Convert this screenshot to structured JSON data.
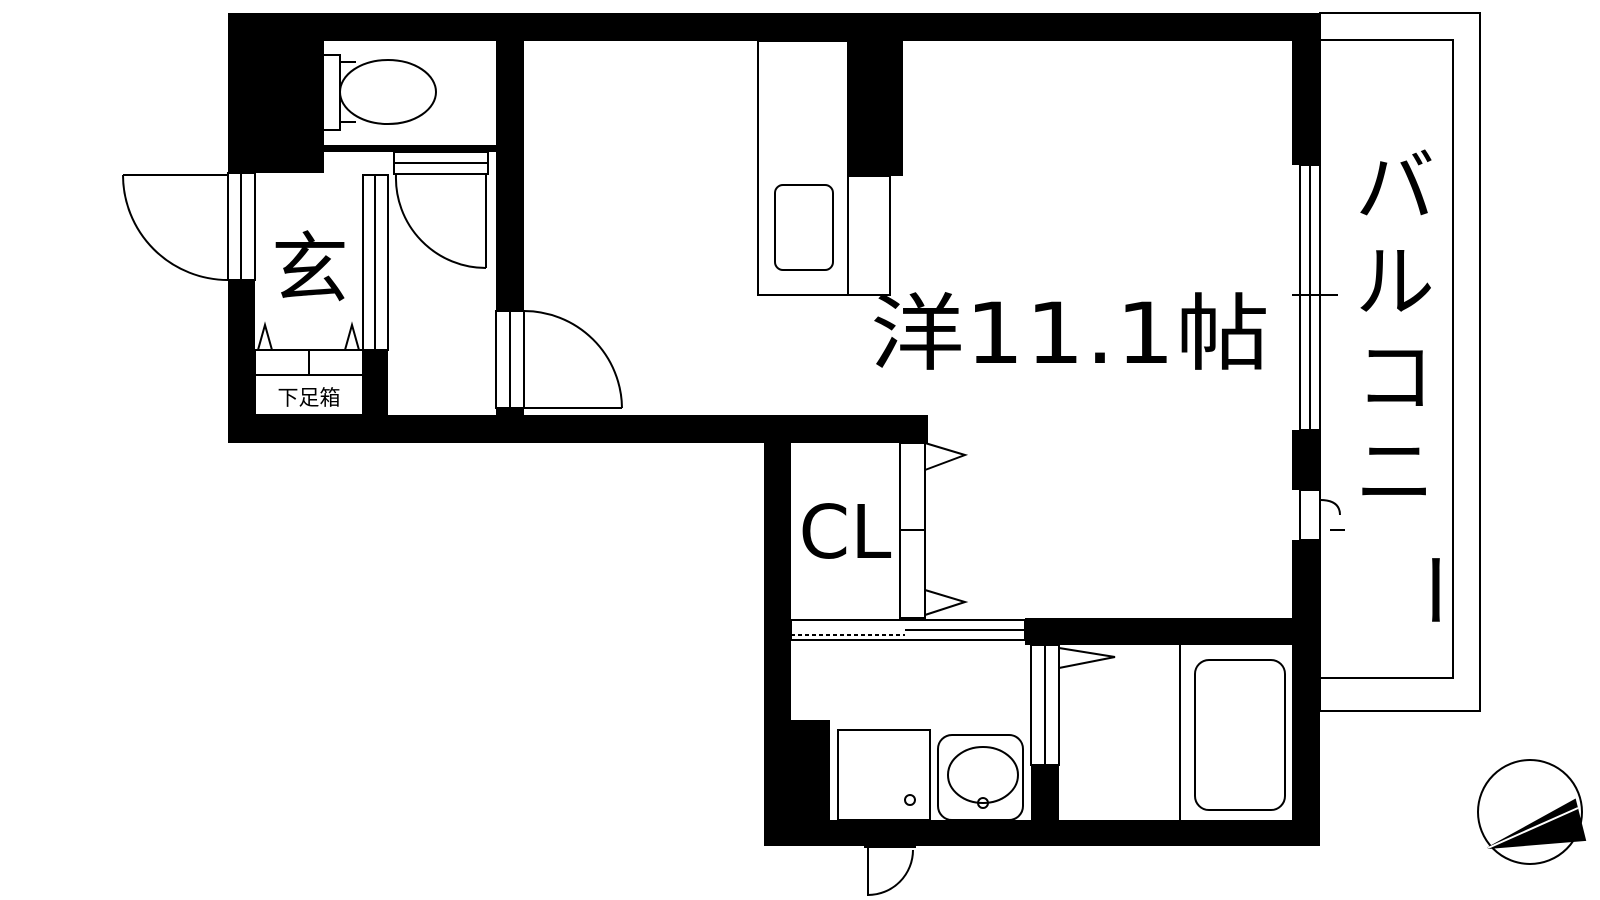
{
  "labels": {
    "genkan": "玄",
    "shoe_box": "下足箱",
    "western_room": "洋11.1帖",
    "closet": "CL",
    "balcony": [
      "バ",
      "ル",
      "コ",
      "ニ",
      "ー"
    ]
  },
  "colors": {
    "wall": "#000000",
    "line": "#000000",
    "background": "#ffffff"
  }
}
